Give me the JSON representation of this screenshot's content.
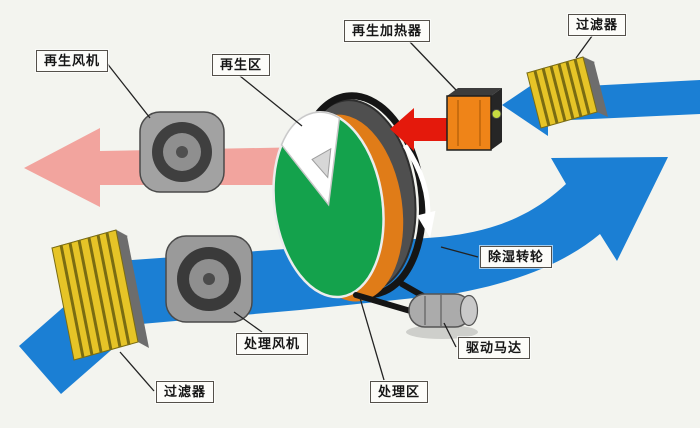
{
  "diagram": {
    "background": "#f3f4ef",
    "labels": {
      "regen_fan": "再生风机",
      "regen_zone": "再生区",
      "regen_heater": "再生加热器",
      "filter_top": "过滤器",
      "wheel": "除湿转轮",
      "drive_motor": "驱动马达",
      "process_fan": "处理风机",
      "process_zone": "处理区",
      "filter_bottom": "过滤器"
    },
    "colors": {
      "process_air": "#1b7fd4",
      "regen_exhaust_air": "#f2a49e",
      "hot_air": "#e4190c",
      "wheel_face": "#14a24c",
      "wheel_band": "#e07c18",
      "heater": "#ef8418",
      "filter": "#e6c427",
      "metal": "#a2a2a2"
    }
  }
}
